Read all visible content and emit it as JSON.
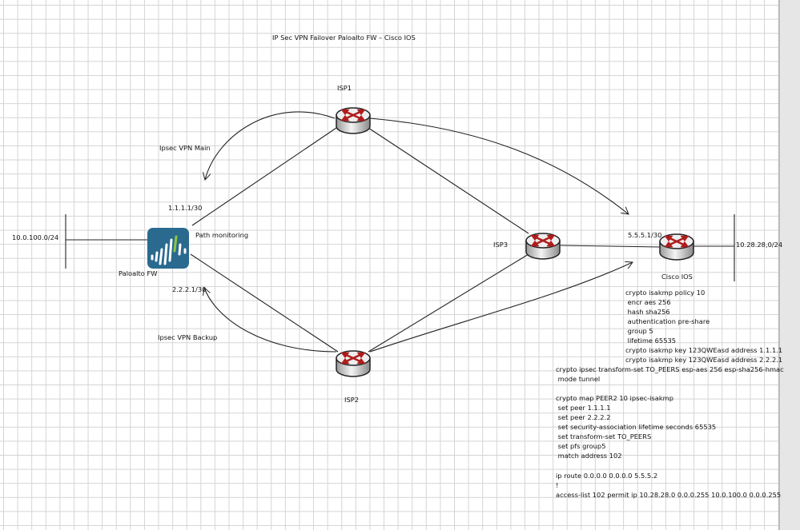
{
  "title": "IP Sec VPN Failover Paloalto FW – Cisco IOS",
  "nodes": {
    "isp1": "ISP1",
    "isp2": "ISP2",
    "isp3": "ISP3",
    "cisco": "Cisco IOS",
    "paloalto": "Paloalto FW"
  },
  "labels": {
    "vpn_main": "Ipsec VPN Main",
    "vpn_backup": "Ipsec VPN Backup",
    "pa_ip1": "1.1.1.1/30",
    "pa_ip2": "2.2.2.1/30",
    "lan_left": "10.0.100.0/24",
    "path_monitoring": "Path monitoring",
    "cisco_ip": "5.5.5.1/30",
    "lan_right": "10.28.28,0/24"
  },
  "config": {
    "isakmp": [
      "crypto isakmp policy 10",
      " encr aes 256",
      " hash sha256",
      " authentication pre-share",
      " group 5",
      " lifetime 65535",
      "crypto isakmp key 123QWEasd address 1.1.1.1",
      "crypto isakmp key 123QWEasd address 2.2.2.1"
    ],
    "transform": [
      "crypto ipsec transform-set TO_PEERS esp-aes 256 esp-sha256-hmac",
      " mode tunnel"
    ],
    "cryptomap": [
      "crypto map PEER2 10 ipsec-isakmp",
      " set peer 1.1.1.1",
      " set peer 2.2.2.2",
      " set security-association lifetime seconds 65535",
      " set transform-set TO_PEERS",
      " set pfs group5",
      " match address 102"
    ],
    "route": [
      "ip route 0.0.0.0 0.0.0.0 5.5.5.2",
      "!",
      "access-list 102 permit ip 10.28.28.0 0.0.0.255 10.0.100.0 0.0.0.255"
    ]
  },
  "colors": {
    "paloalto": "#2a6a8f",
    "paloalto_accent": "#8dc63f",
    "router_arrow": "#b01c1c"
  }
}
